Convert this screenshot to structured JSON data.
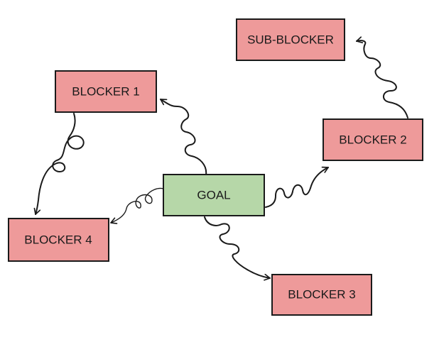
{
  "colors": {
    "blocker_fill": "#EE9A9A",
    "goal_fill": "#B6D7A8",
    "ink": "#1A1A1A"
  },
  "nodes": [
    {
      "id": "goal",
      "label": "GOAL",
      "kind": "goal"
    },
    {
      "id": "blocker-1",
      "label": "BLOCKER 1",
      "kind": "blocker"
    },
    {
      "id": "blocker-2",
      "label": "BLOCKER 2",
      "kind": "blocker"
    },
    {
      "id": "blocker-3",
      "label": "BLOCKER 3",
      "kind": "blocker"
    },
    {
      "id": "blocker-4",
      "label": "BLOCKER 4",
      "kind": "blocker"
    },
    {
      "id": "sub-blocker",
      "label": "SUB-BLOCKER",
      "kind": "blocker"
    }
  ],
  "edges": [
    {
      "from": "goal",
      "to": "blocker-1"
    },
    {
      "from": "goal",
      "to": "blocker-2"
    },
    {
      "from": "goal",
      "to": "blocker-3"
    },
    {
      "from": "goal",
      "to": "blocker-4"
    },
    {
      "from": "blocker-1",
      "to": "blocker-4"
    },
    {
      "from": "blocker-2",
      "to": "sub-blocker"
    }
  ]
}
